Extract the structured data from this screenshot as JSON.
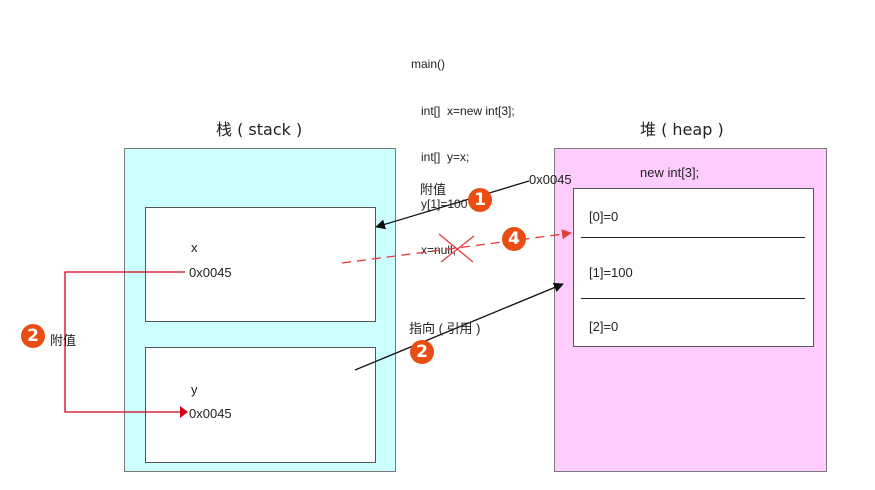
{
  "code": {
    "lines": [
      "main()",
      "   int[]  x=new int[3];",
      "   int[]  y=x;",
      "   y[1]=100",
      "   x=null;"
    ]
  },
  "stack": {
    "title": "栈 ( stack )",
    "x_var": "x",
    "x_value": "0x0045",
    "y_var": "y",
    "y_value": "0x0045"
  },
  "heap": {
    "title": "堆 ( heap )",
    "new_label": "new int[3];",
    "address": "0x0045",
    "elements": [
      "[0]=0",
      "[1]=100",
      "[2]=0"
    ]
  },
  "annotations": {
    "assign_top": "附值",
    "assign_left": "附值",
    "point_ref": "指向 ( 引用 )",
    "badge_1": "1",
    "badge_2_left": "2",
    "badge_2_right": "2",
    "badge_4": "4"
  },
  "colors": {
    "stack_bg": "#ccffff",
    "heap_bg": "#ffccff",
    "accent_red": "#e94d12",
    "dashed_red": "#e23b3b",
    "line_red": "#d0021b"
  }
}
